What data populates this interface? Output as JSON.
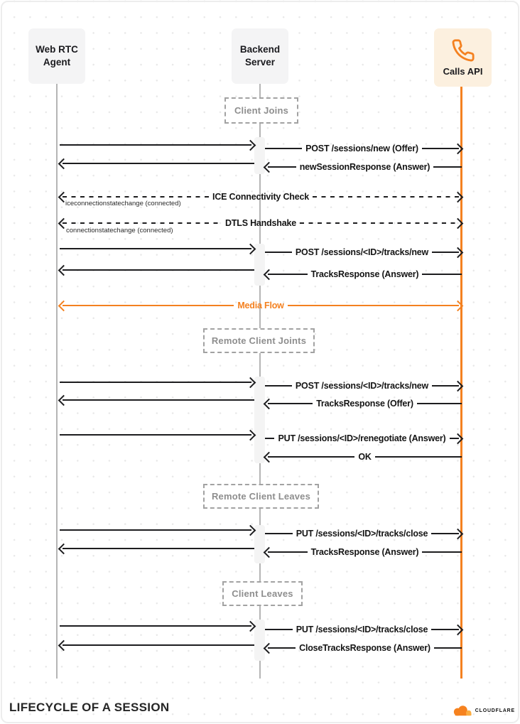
{
  "participants": [
    {
      "name": "Web RTC Agent"
    },
    {
      "name": "Backend Server"
    },
    {
      "name": "Calls API",
      "icon": "phone-icon"
    }
  ],
  "sections": [
    {
      "label": "Client Joins"
    },
    {
      "label": "Remote Client Joints"
    },
    {
      "label": "Remote Client Leaves"
    },
    {
      "label": "Client Leaves"
    }
  ],
  "messages": {
    "client_joins": [
      {
        "label": "POST /sessions/new (Offer)",
        "direction": "right"
      },
      {
        "label": "newSessionResponse (Answer)",
        "direction": "left"
      }
    ],
    "connectivity": [
      {
        "label": "ICE Connectivity Check",
        "event": "iceconnectionstatechange (connected)",
        "direction": "both",
        "style": "dashed"
      },
      {
        "label": "DTLS Handshake",
        "event": "connectionstatechange (connected)",
        "direction": "both",
        "style": "dashed"
      }
    ],
    "add_tracks": [
      {
        "label": "POST /sessions/<ID>/tracks/new",
        "direction": "right"
      },
      {
        "label": "TracksResponse (Answer)",
        "direction": "left"
      }
    ],
    "media_flow": {
      "label": "Media Flow",
      "direction": "both",
      "color": "#f48120"
    },
    "remote_joins": [
      {
        "label": "POST /sessions/<ID>/tracks/new",
        "direction": "right"
      },
      {
        "label": "TracksResponse (Offer)",
        "direction": "left"
      },
      {
        "label": "PUT /sessions/<ID>/renegotiate (Answer)",
        "direction": "right"
      },
      {
        "label": "OK",
        "direction": "left"
      }
    ],
    "remote_leaves": [
      {
        "label": "PUT /sessions/<ID>/tracks/close",
        "direction": "right"
      },
      {
        "label": "TracksResponse (Answer)",
        "direction": "left"
      }
    ],
    "client_leaves": [
      {
        "label": "PUT /sessions/<ID>/tracks/close",
        "direction": "right"
      },
      {
        "label": "CloseTracksResponse (Answer)",
        "direction": "left"
      }
    ]
  },
  "footer": {
    "title": "LIFECYCLE OF A SESSION",
    "brand": "CLOUDFLARE",
    "brand_icon": "cloudflare-cloud-icon"
  },
  "colors": {
    "accent_orange": "#f48120",
    "calls_box_bg": "#fcf0df",
    "participant_box_bg": "#f4f4f5",
    "arrow_black": "#1d1d1f",
    "lifeline_gray": "#b5b5b5",
    "section_text_gray": "#8e8e8e"
  }
}
